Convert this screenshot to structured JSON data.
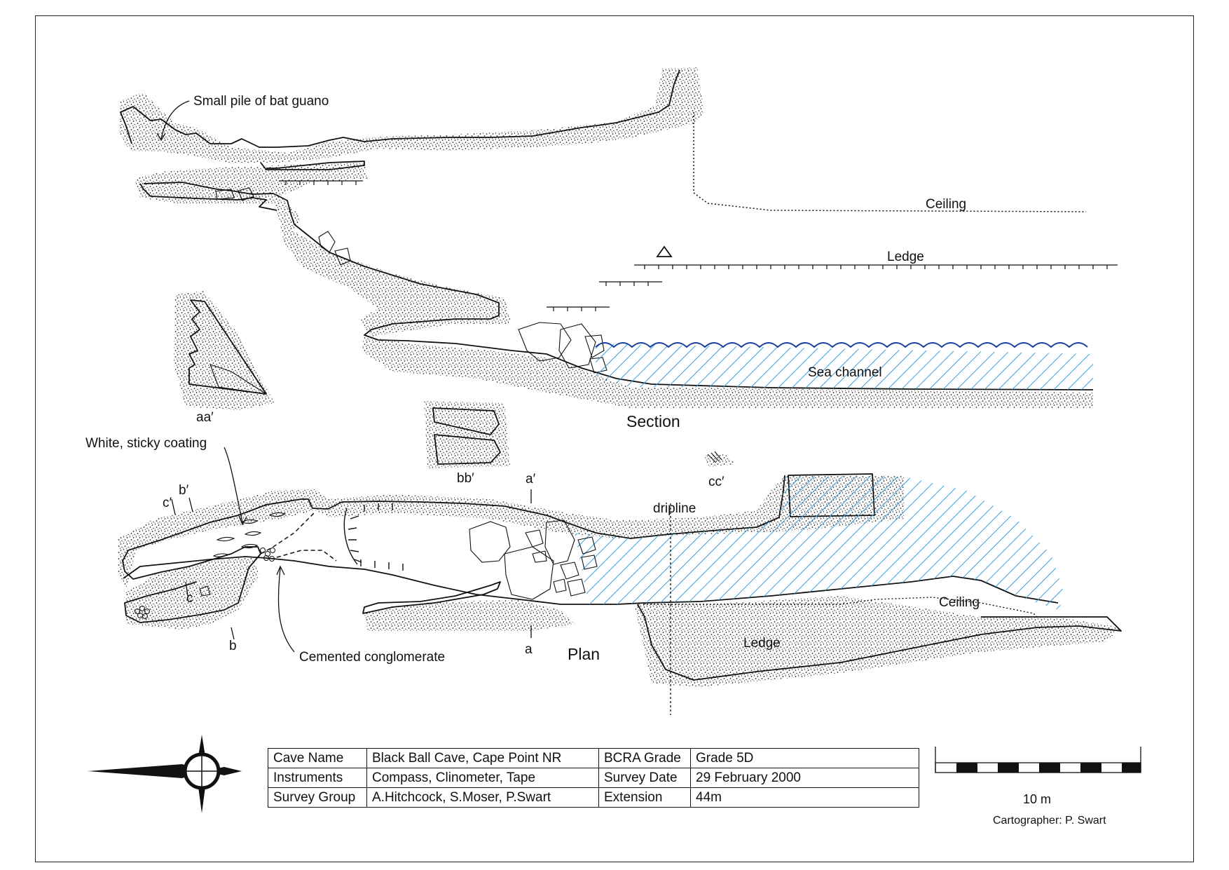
{
  "section": {
    "title": "Section",
    "labels": {
      "bat_guano": "Small pile of bat guano",
      "ceiling": "Ceiling",
      "ledge": "Ledge",
      "sea_channel": "Sea channel"
    }
  },
  "cross_sections": {
    "aa": "aa′",
    "bb": "bb′",
    "cc": "cc′"
  },
  "plan": {
    "title": "Plan",
    "labels": {
      "white_coating": "White, sticky coating",
      "cemented": "Cemented conglomerate",
      "dripline": "dripline",
      "ceiling": "Ceiling",
      "ledge": "Ledge",
      "a": "a",
      "a_prime": "a′",
      "b": "b",
      "b_prime": "b′",
      "c": "c",
      "c_prime": "c′",
      "c_mid": "c"
    }
  },
  "info_table": {
    "cave_name_label": "Cave Name",
    "cave_name": "Black Ball Cave, Cape Point NR",
    "grade_label": "BCRA Grade",
    "grade": "Grade 5D",
    "instruments_label": "Instruments",
    "instruments": "Compass, Clinometer, Tape",
    "survey_date_label": "Survey Date",
    "survey_date": "29 February 2000",
    "survey_group_label": "Survey Group",
    "survey_group": "A.Hitchcock, S.Moser, P.Swart",
    "extension_label": "Extension",
    "extension": "44m"
  },
  "scale": {
    "label": "10 m"
  },
  "cartographer": "Cartographer: P. Swart",
  "icons": {
    "north_arrow": "compass-rose-icon"
  },
  "colors": {
    "water_hatch": "#3aa0dc",
    "water_waves": "#1a3fa0",
    "ink": "#111111"
  }
}
